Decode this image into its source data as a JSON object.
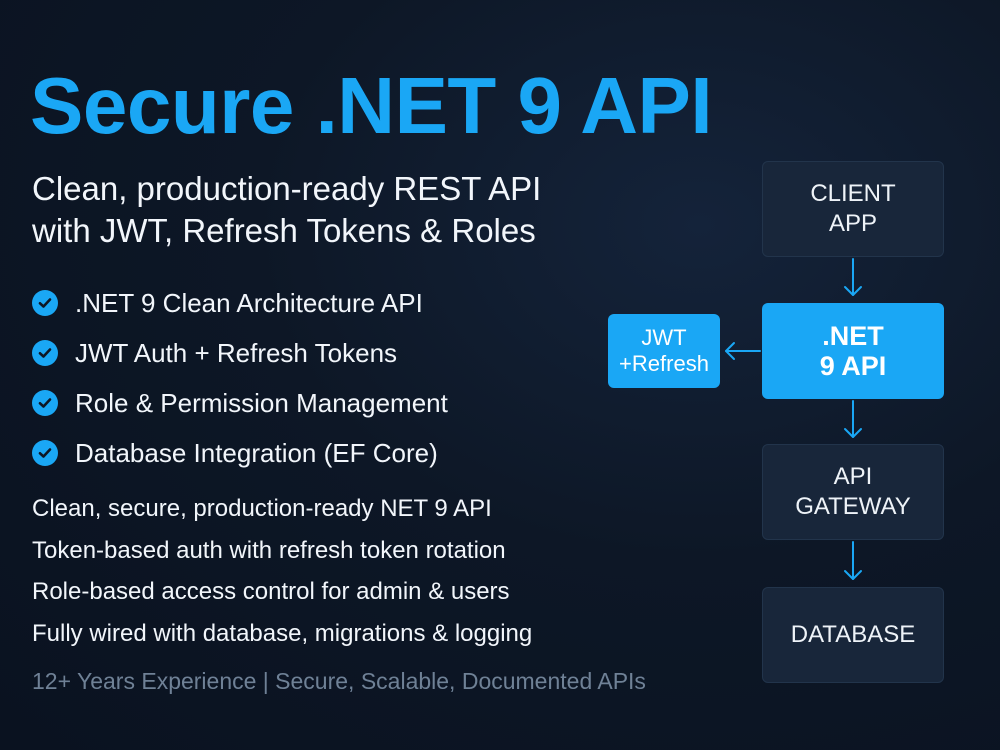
{
  "title": "Secure .NET 9 API",
  "subtitle": {
    "line1": "Clean, production-ready REST API",
    "line2": "with JWT, Refresh Tokens & Roles"
  },
  "features": [
    ".NET 9 Clean Architecture API",
    "JWT Auth + Refresh Tokens",
    "Role & Permission Management",
    "Database Integration (EF Core)"
  ],
  "points": [
    "Clean, secure, production-ready  NET 9 API",
    "Token-based auth with refresh token rotation",
    "Role-based access control for admin & users",
    "Fully wired with database, migrations & logging"
  ],
  "footer": "12+ Years Experience | Secure, Scalable, Documented APIs",
  "diagram": {
    "client": {
      "line1": "CLIENT",
      "line2": "APP"
    },
    "api": {
      "line1": ".NET",
      "line2": "9 API"
    },
    "jwt": {
      "line1": "JWT",
      "line2": "+Refresh"
    },
    "gateway": {
      "line1": "API",
      "line2": "GATEWAY"
    },
    "database": {
      "line1": "DATABASE"
    }
  },
  "colors": {
    "accent": "#1aa7f5",
    "background": "#0d1726",
    "box_dark": "#18263a",
    "muted_text": "#6f8196"
  },
  "icons": {
    "feature_bullet": "check-circle-icon",
    "connector": "arrow-icon"
  }
}
